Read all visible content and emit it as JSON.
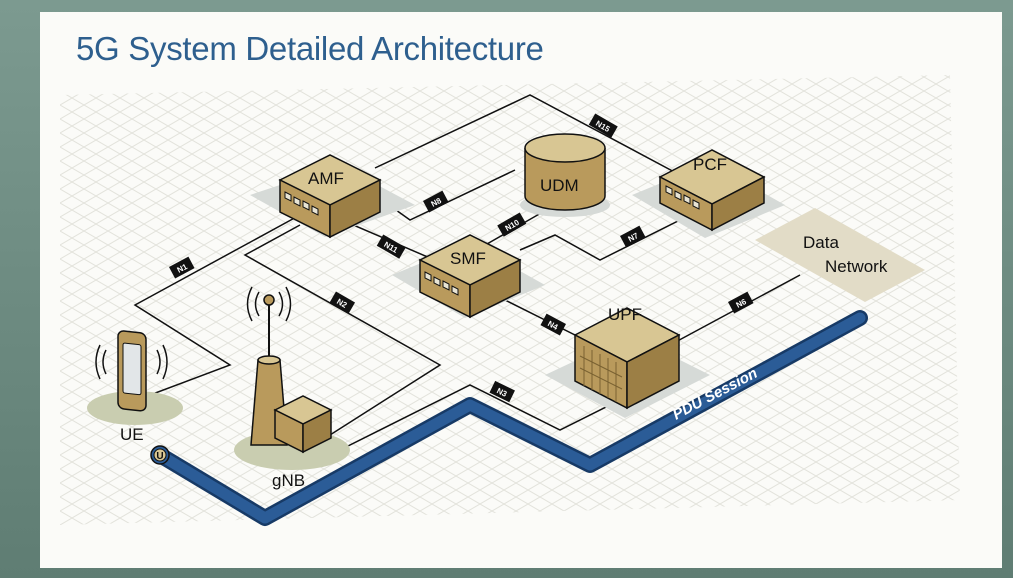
{
  "slide": {
    "title": "5G System Detailed Architecture"
  },
  "nodes": {
    "amf": "AMF",
    "smf": "SMF",
    "udm": "UDM",
    "pcf": "PCF",
    "upf": "UPF",
    "ue": "UE",
    "gnb": "gNB",
    "data_network_line1": "Data",
    "data_network_line2": "Network"
  },
  "interfaces": {
    "n1": "N1",
    "n2": "N2",
    "n3": "N3",
    "n4": "N4",
    "n6": "N6",
    "n7": "N7",
    "n8": "N8",
    "n10": "N10",
    "n11": "N11",
    "n15": "N15",
    "u": "U"
  },
  "session": {
    "label": "PDU Session"
  },
  "colors": {
    "title": "#2e5f8e",
    "box_top": "#d8c693",
    "box_front": "#b99a5c",
    "box_side": "#9c7f45",
    "shadow": "#d6dad7",
    "pdu_pipe": "#24508a",
    "grid": "#e6e6e0"
  }
}
